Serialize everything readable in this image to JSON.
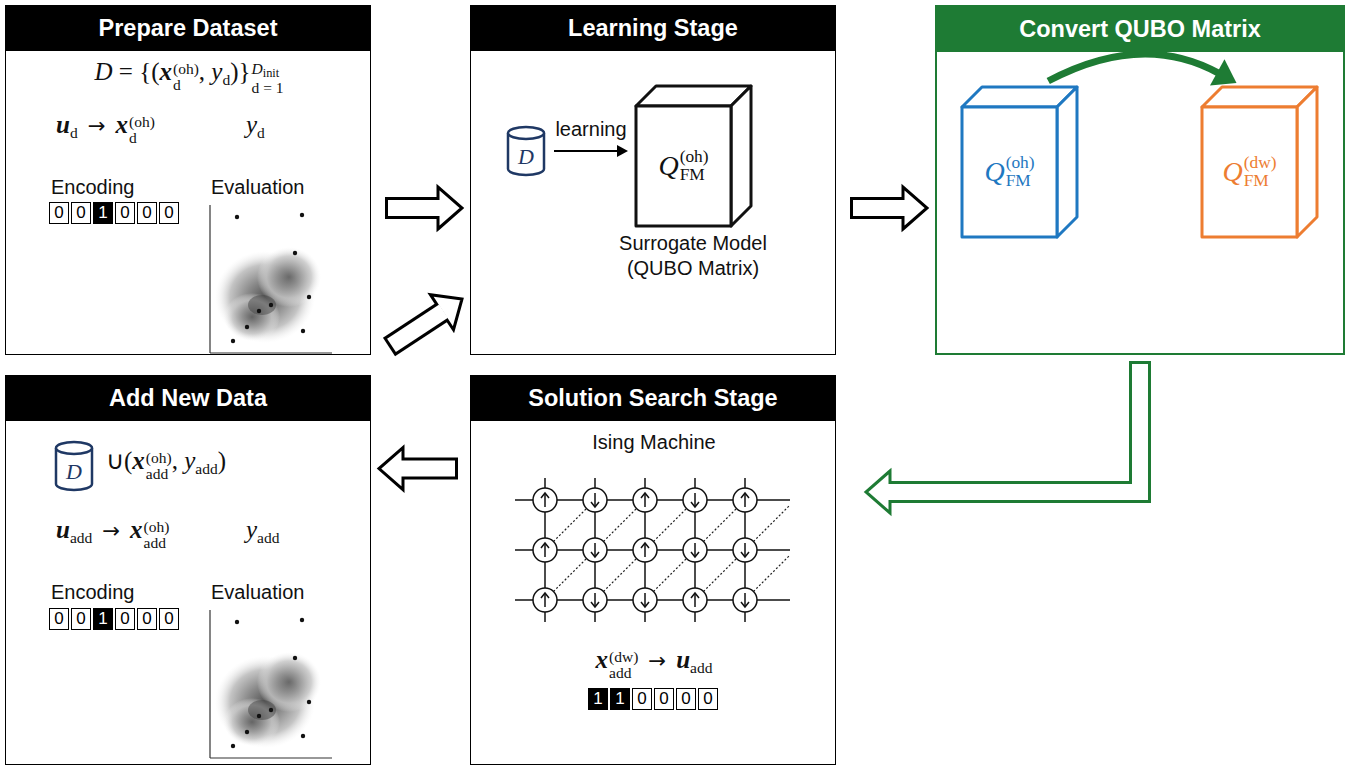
{
  "diagram": {
    "nodes": [
      {
        "text": [
          "Prepare Dataset",
          "Encoding",
          "Evaluation"
        ]
      },
      {
        "text": [
          "Learning Stage",
          "Surrogate Model (QUBO Matrix)"
        ]
      },
      {
        "text": [
          "D"
        ],
        "in": 1
      },
      {
        "text": [
          "Q",
          "(oh)",
          "FM"
        ],
        "in": 1
      },
      {
        "text": [
          "Convert QUBO Matrix"
        ]
      },
      {
        "text": [
          "Q",
          "(oh)",
          "FM"
        ],
        "in": 4
      },
      {
        "text": [
          "Q",
          "(dw)",
          "FM"
        ],
        "in": 4
      },
      {
        "text": [
          "Add New Data",
          "Encoding",
          "Evaluation"
        ]
      },
      {
        "text": [
          "D"
        ],
        "in": 7
      },
      {
        "text": [
          "Solution Search Stage",
          "Ising Machine"
        ]
      }
    ],
    "edges": [
      {
        "from": 0,
        "to": 1,
        "arrow": "to"
      },
      {
        "from": 1,
        "to": 4,
        "arrow": "to"
      },
      {
        "from": 4,
        "to": 9,
        "arrow": "to"
      },
      {
        "from": 9,
        "to": 7,
        "arrow": "to"
      },
      {
        "from": 7,
        "to": 1,
        "arrow": "to"
      },
      {
        "from": 2,
        "to": 3,
        "label": "learning",
        "arrow": "to"
      },
      {
        "from": 5,
        "to": 6,
        "arrow": "to"
      }
    ],
    "labels": [
      "D",
      " = {(",
      "x",
      "(oh)",
      "d",
      ", ",
      "y",
      "d",
      ")}",
      "D",
      "init",
      "d = 1",
      "u",
      "d",
      "→",
      "x",
      "(oh)",
      "d",
      "y",
      "d",
      "0",
      "0",
      "1",
      "0",
      "0",
      "0",
      "∪",
      "(",
      "x",
      "(oh)",
      "add",
      ", ",
      "y",
      "add",
      ")",
      "u",
      "add",
      "→",
      "x",
      "(oh)",
      "add",
      "y",
      "add",
      "0",
      "0",
      "1",
      "0",
      "0",
      "0",
      "x",
      "(dw)",
      "add",
      "→",
      "u",
      "add",
      "1",
      "1",
      "0",
      "0",
      "0",
      "0"
    ]
  }
}
